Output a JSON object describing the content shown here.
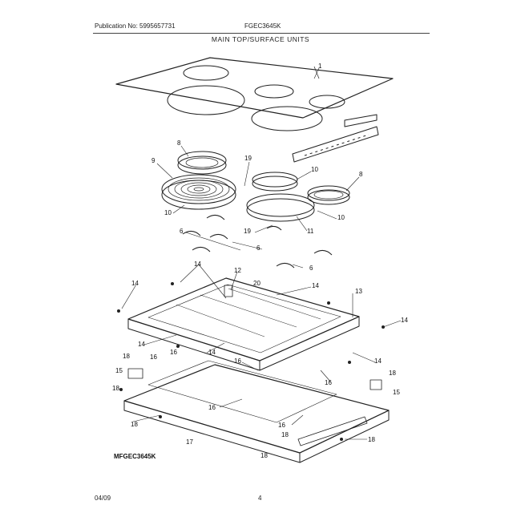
{
  "header": {
    "publication": "Publication No: 5995657731",
    "model": "FGEC3645K",
    "section_title": "MAIN TOP/SURFACE UNITS"
  },
  "diagram": {
    "model_label": "MFGEC3645K",
    "callouts": [
      {
        "id": "c1",
        "text": "1"
      },
      {
        "id": "c8a",
        "text": "8"
      },
      {
        "id": "c9",
        "text": "9"
      },
      {
        "id": "c19a",
        "text": "19"
      },
      {
        "id": "c10a",
        "text": "10"
      },
      {
        "id": "c8b",
        "text": "8"
      },
      {
        "id": "c10b",
        "text": "10"
      },
      {
        "id": "c10c",
        "text": "10"
      },
      {
        "id": "c6a",
        "text": "6"
      },
      {
        "id": "c19b",
        "text": "19"
      },
      {
        "id": "c11",
        "text": "11"
      },
      {
        "id": "c6b",
        "text": "6"
      },
      {
        "id": "c6c",
        "text": "6"
      },
      {
        "id": "c14a",
        "text": "14"
      },
      {
        "id": "c12",
        "text": "12"
      },
      {
        "id": "c14b",
        "text": "14"
      },
      {
        "id": "c20",
        "text": "20"
      },
      {
        "id": "c14c",
        "text": "14"
      },
      {
        "id": "c13",
        "text": "13"
      },
      {
        "id": "c14d",
        "text": "14"
      },
      {
        "id": "c14e",
        "text": "14"
      },
      {
        "id": "c16a",
        "text": "16"
      },
      {
        "id": "c14f",
        "text": "14"
      },
      {
        "id": "c14g",
        "text": "14"
      },
      {
        "id": "c18a",
        "text": "18"
      },
      {
        "id": "c16b",
        "text": "16"
      },
      {
        "id": "c15a",
        "text": "15"
      },
      {
        "id": "c16c",
        "text": "16"
      },
      {
        "id": "c16d",
        "text": "16"
      },
      {
        "id": "c18b",
        "text": "18"
      },
      {
        "id": "c18c",
        "text": "18"
      },
      {
        "id": "c15b",
        "text": "15"
      },
      {
        "id": "c16e",
        "text": "16"
      },
      {
        "id": "c18d",
        "text": "18"
      },
      {
        "id": "c16f",
        "text": "16"
      },
      {
        "id": "c18e",
        "text": "18"
      },
      {
        "id": "c17",
        "text": "17"
      },
      {
        "id": "c18f",
        "text": "18"
      },
      {
        "id": "c18g",
        "text": "18"
      }
    ]
  },
  "footer": {
    "date": "04/09",
    "page": "4"
  }
}
